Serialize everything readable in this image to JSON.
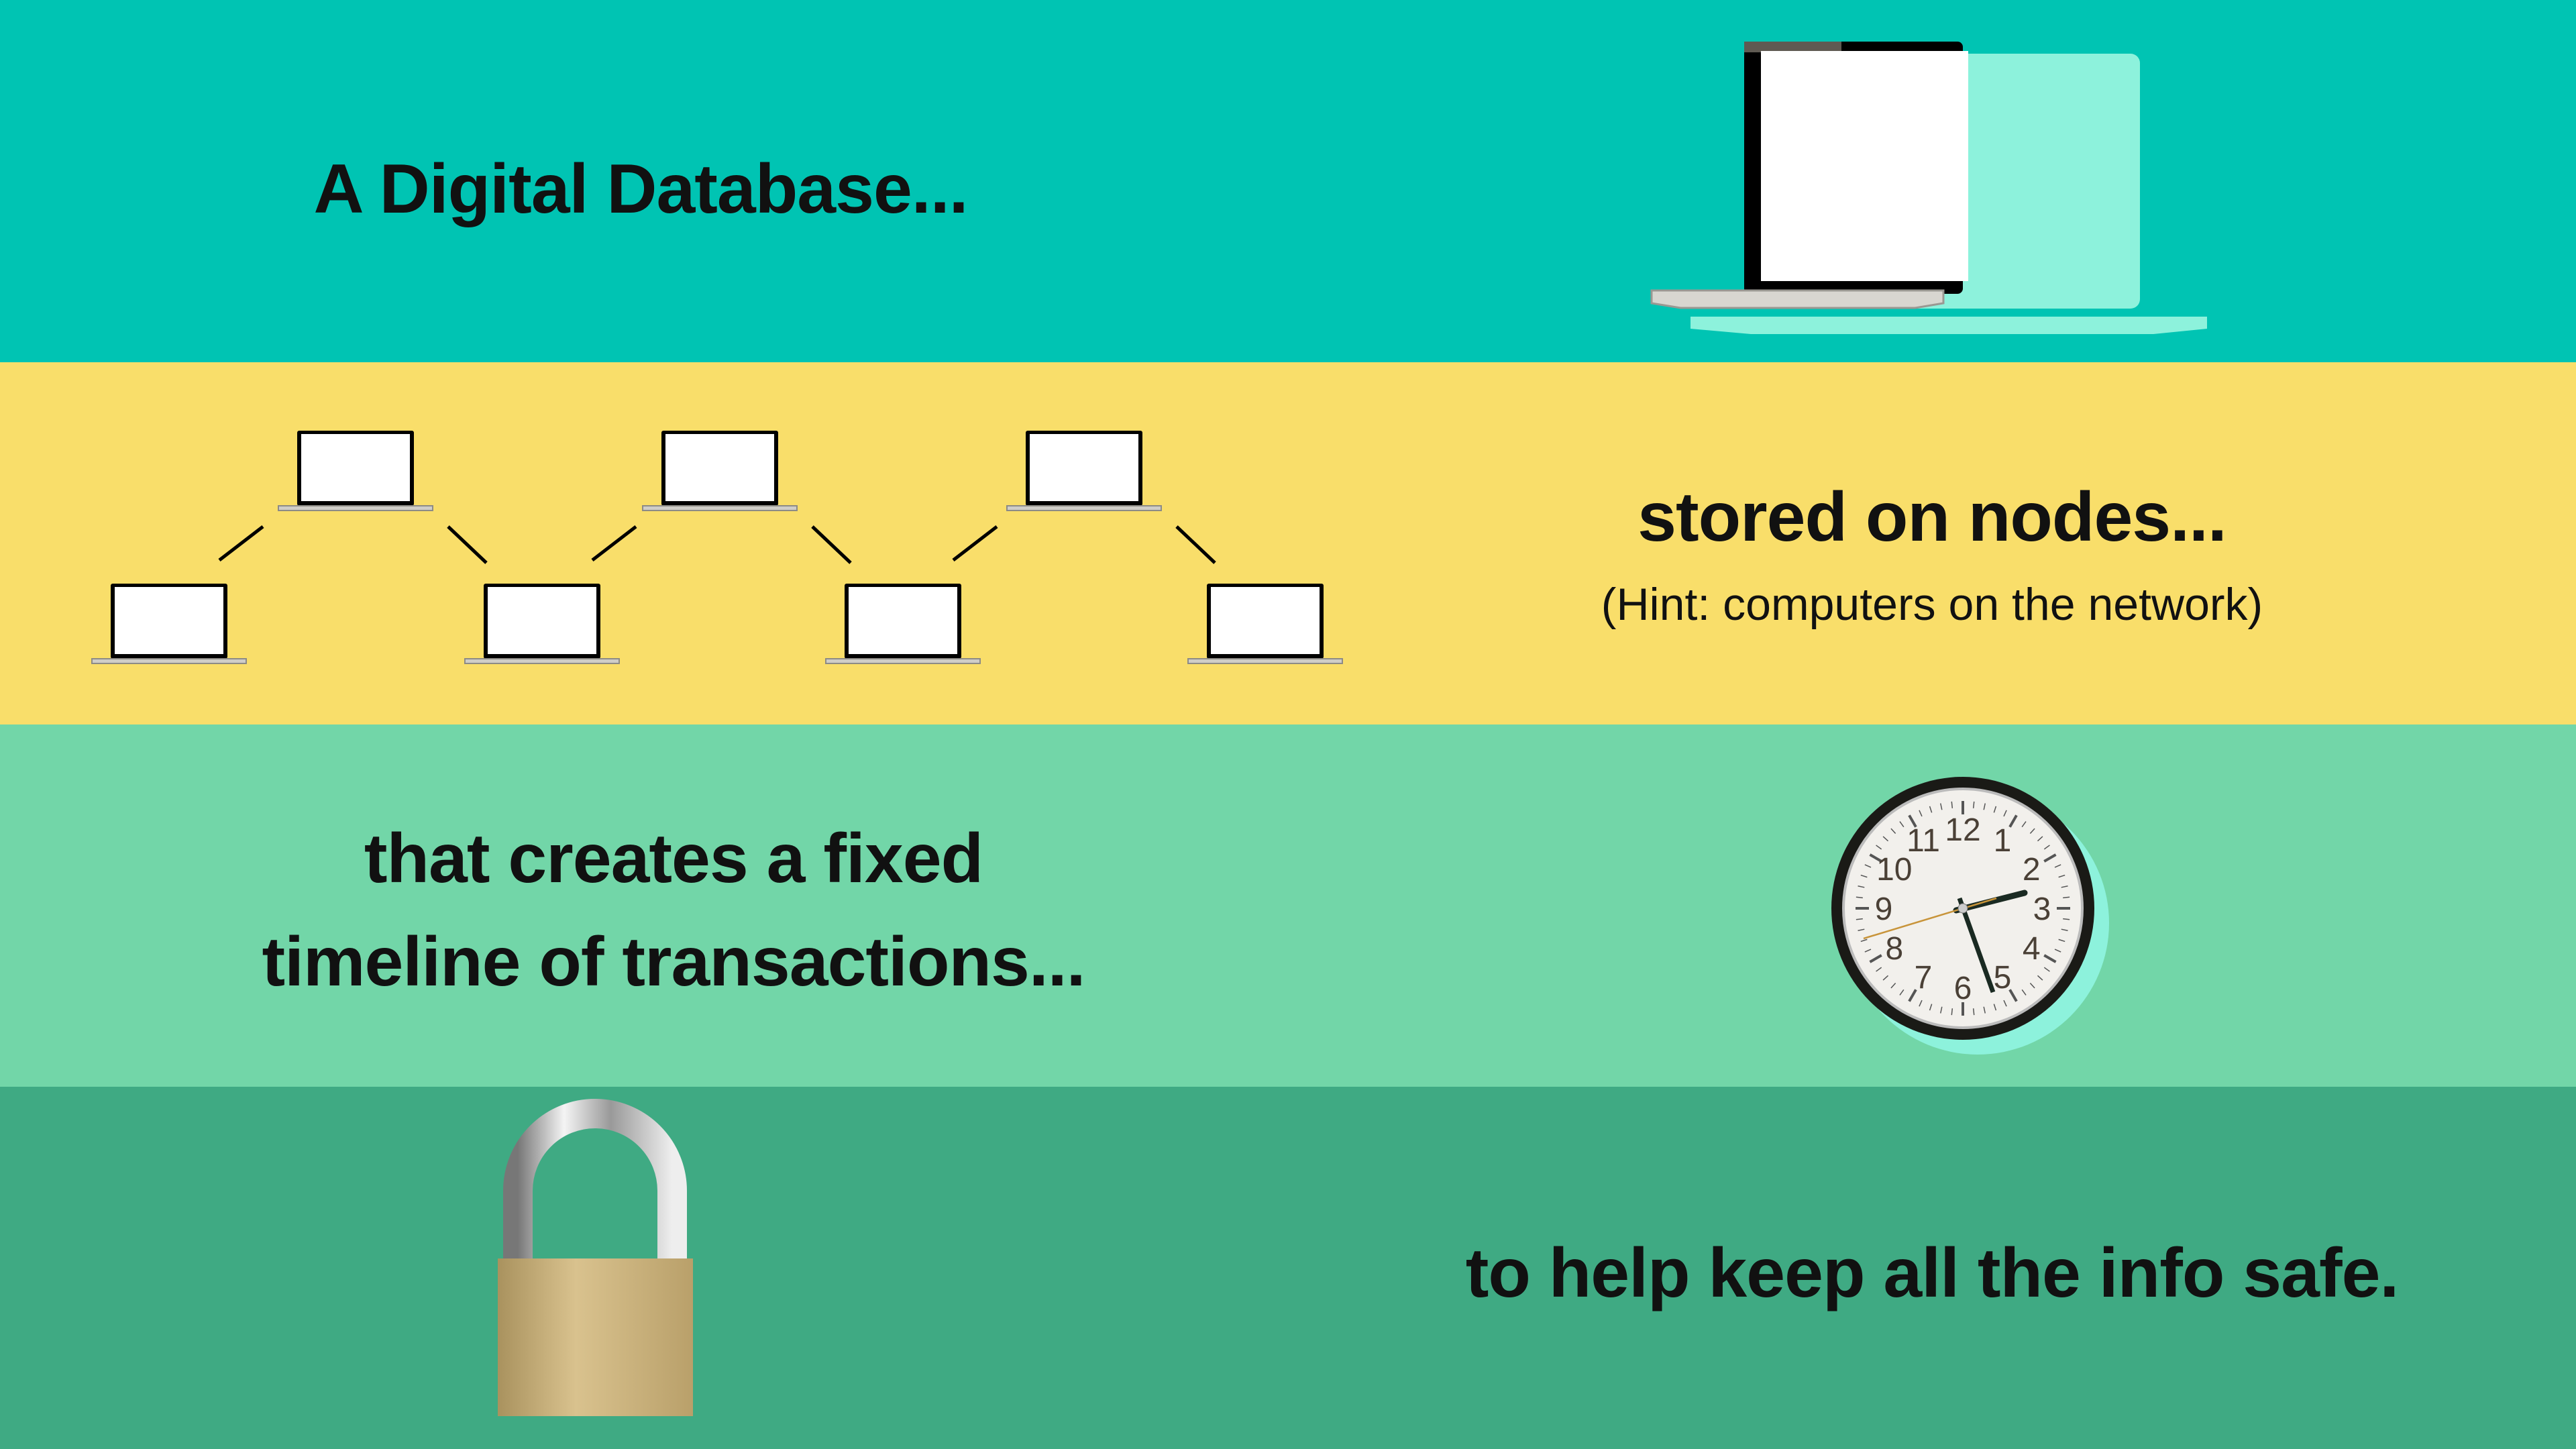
{
  "colors": {
    "band1": "#00C4B3",
    "band2": "#F9DE6A",
    "band3": "#72D6A8",
    "band4": "#3FAA83",
    "shadow": "#8DF2DC"
  },
  "band1": {
    "text": "A Digital Database...",
    "icon": "laptop-icon"
  },
  "band2": {
    "text": "stored on nodes...",
    "hint": "(Hint: computers on the network)",
    "icon": "network-nodes-icon",
    "node_count": 7
  },
  "band3": {
    "line1": "that creates a fixed",
    "line2": "timeline of transactions...",
    "icon": "clock-icon",
    "clock_numbers": [
      "12",
      "1",
      "2",
      "3",
      "4",
      "5",
      "6",
      "7",
      "8",
      "9",
      "10",
      "11"
    ]
  },
  "band4": {
    "text": "to help keep all the info safe.",
    "icon": "padlock-icon"
  }
}
